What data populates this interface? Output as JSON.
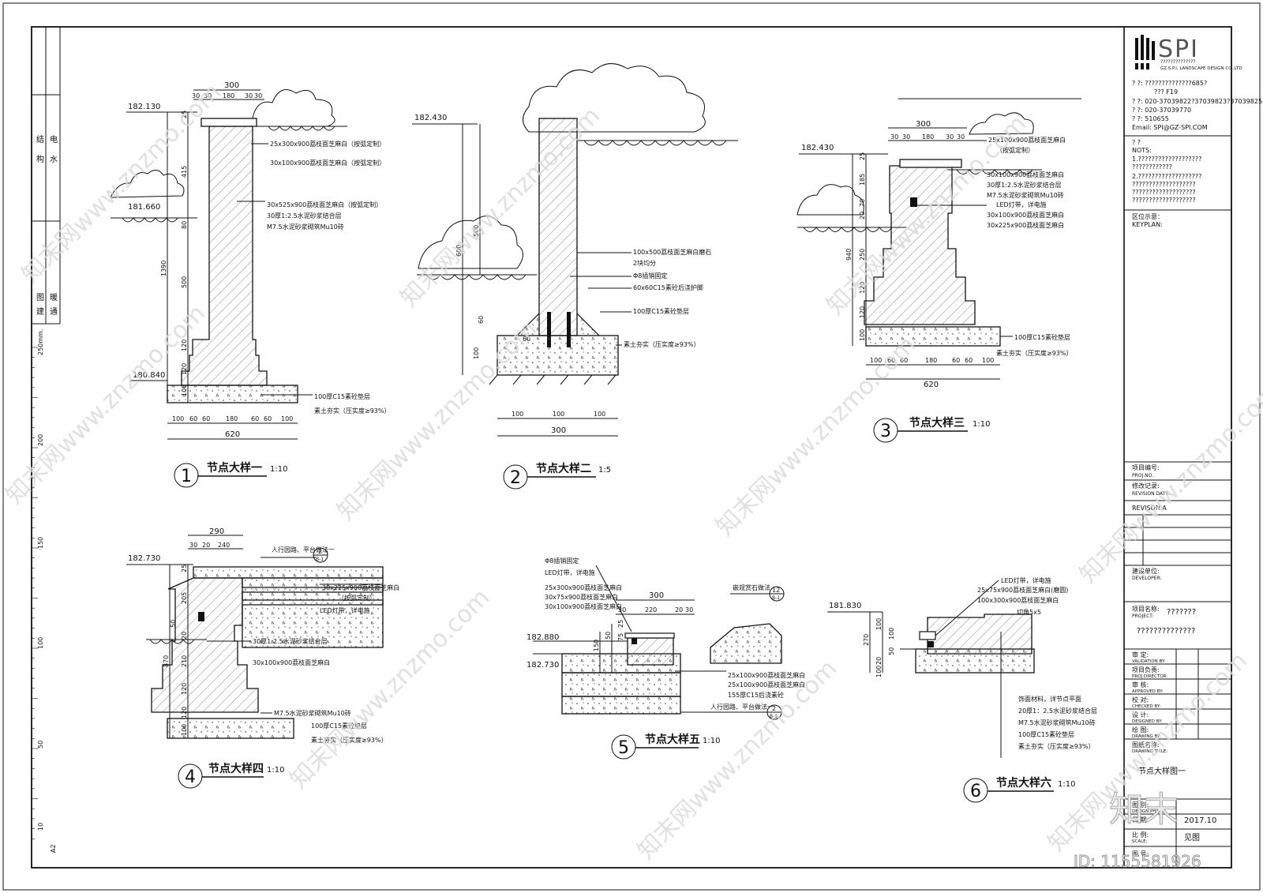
{
  "brand": {
    "logo_text": "SPI",
    "logo_sub": "??????????????",
    "logo_company": "GZ.S.P.I. LANDSCAPE DESIGN CO.,LTD",
    "info_lines": [
      "? ?: ??????????????685?",
      "??? F19",
      "? ?: 020-37039822?37039823?37039825",
      "? ?: 020-37039770",
      "? ?: 510655",
      "Email: SPI@GZ-SPI.COM"
    ]
  },
  "left_strip": {
    "labels": [
      "结",
      "构",
      "电",
      "水",
      "暖",
      "通",
      "图",
      "建"
    ],
    "ruler_unit": "250mm.",
    "ruler_ticks": [
      "200",
      "150",
      "100",
      "50",
      "10"
    ],
    "sheet_size": "A2"
  },
  "notes": {
    "title": "? ?",
    "title_en": "NOTS:",
    "lines": [
      "1.???????????????????",
      "????????????",
      "2.???????????????????",
      "???????????????????",
      "???????????????????",
      "???????????????????"
    ]
  },
  "keyplan": {
    "title": "区位示意：",
    "title_en": "KEYPLAN:"
  },
  "title_block": {
    "proj_no": "项目编号:",
    "proj_no_en": "PROJ.NO.",
    "revision": "修改记录:",
    "revision_en": "REVISION DATE:",
    "revision_a": "REVISON A",
    "developer": "建设单位:",
    "developer_en": "DEVELOPER:",
    "project": "项目名称:",
    "project_en": "PROJECT:",
    "project_name": "???????",
    "project_name2": "??????????????",
    "validation": "审    定:",
    "validation_en": "VALIDATION BY:",
    "director": "项目负责:",
    "director_en": "PROJ.DIRECTOR:",
    "approved": "审    核:",
    "approved_en": "APPROVED BY:",
    "checked": "校    对:",
    "checked_en": "CHECKED BY:",
    "designed": "设    计:",
    "designed_en": "DESIGNED BY:",
    "drawing": "绘    图:",
    "drawing_en": "DRAWING BY:",
    "drawing_title": "图纸名称:",
    "drawing_title_en": "DRAWING TITLE:",
    "drawing_name": "节点大样图一",
    "sheet": "图    别:",
    "sheet_en": "DESIGN PHASE",
    "date": "日    期:",
    "date_val": "2017.10",
    "scale": "比    例:",
    "scale_en": "SCALE:",
    "scale_val": "见图",
    "no": "图    号:"
  },
  "details": {
    "d1": {
      "num": "1",
      "title": "节点大样一",
      "scale": "1:10",
      "elev_top": "182.130",
      "elev_mid": "181.660",
      "elev_bot": "180.840",
      "top_dims": [
        "300",
        "30",
        "30",
        "180",
        "30",
        "30"
      ],
      "left_dims": [
        "25",
        "415",
        "80",
        "1390",
        "500",
        "120",
        "120",
        "100"
      ],
      "bot_dims": [
        "100",
        "60",
        "60",
        "180",
        "60",
        "60",
        "100"
      ],
      "bot_total": "620",
      "notes": [
        "25x300x900荔枝面芝麻白（按弧定制）",
        "30x100x900荔枝面芝麻白（按弧定制）",
        "30x525x900荔枝面芝麻白（按弧定制）",
        "30厚1:2.5水泥砂浆结合层",
        "M7.5水泥砂浆砌筑Mu10砖",
        "100厚C15素砼垫层",
        "素土夯实（压实度≥93%）"
      ]
    },
    "d2": {
      "num": "2",
      "title": "节点大样二",
      "scale": "1:5",
      "elev_top": "182.430",
      "left_dims": [
        "500",
        "600",
        "60",
        "100"
      ],
      "inner_dim": "60",
      "bot_dims": [
        "100",
        "100",
        "100"
      ],
      "bot_total": "300",
      "notes": [
        "100x500荔枝面芝麻白磨石",
        "2块均分",
        "Φ8插销固定",
        "60x60C15素砼后浇护脚",
        "100厚C15素砼垫层",
        "素土夯实（压实度≥93%）"
      ]
    },
    "d3": {
      "num": "3",
      "title": "节点大样三",
      "scale": "1:10",
      "elev_top": "182.430",
      "top_dims": [
        "300",
        "30",
        "30",
        "180",
        "30",
        "30"
      ],
      "left_dims": [
        "25",
        "185",
        "70",
        "20",
        "940",
        "250",
        "120",
        "120",
        "100"
      ],
      "bot_dims": [
        "100",
        "60",
        "60",
        "180",
        "60",
        "60",
        "100"
      ],
      "bot_total": "620",
      "notes": [
        "25x100x900荔枝面芝麻白",
        "（按弧定制）",
        "30x100x900荔枝面芝麻白",
        "30厚1:2.5水泥砂浆结合层",
        "M7.5水泥砂浆砌筑Mu10砖",
        "LED灯带，详电施",
        "30x100x900荔枝面芝麻白",
        "30x225x900荔枝面芝麻白",
        "100厚C15素砼垫层",
        "素土夯实（压实度≥93%）"
      ]
    },
    "d4": {
      "num": "4",
      "title": "节点大样四",
      "scale": "1:10",
      "elev_top": "182.730",
      "top_dims": [
        "290",
        "30",
        "20",
        "240"
      ],
      "left_dims": [
        "25",
        "205",
        "50",
        "20",
        "870",
        "210",
        "120",
        "120",
        "100"
      ],
      "ref": "人行园路、平台做法一",
      "ref_tag": "2",
      "ref_sheet": "B-1",
      "notes": [
        "30x225x900荔枝面芝麻白",
        "（按弧定制）",
        "LED灯带，详电施",
        "30厚1:2.5水泥砂浆结合层",
        "30x100x900荔枝面芝麻白",
        "M7.5水泥砂浆砌筑Mu10砖",
        "100厚C15素砼垫层",
        "素土夯实（压实度≥93%）"
      ]
    },
    "d5": {
      "num": "5",
      "title": "节点大样五",
      "scale": "1:10",
      "elev_top": "182.880",
      "elev_bot": "182.730",
      "top_dims": [
        "300",
        "30",
        "220",
        "20",
        "30"
      ],
      "left_dims": [
        "150",
        "50",
        "75",
        "25"
      ],
      "ref_top": "嵌观赏石做法",
      "ref_top_tag": "12",
      "ref_top_sheet": "B-1",
      "ref_bot": "人行园路、平台做法一",
      "ref_bot_tag": "2",
      "ref_bot_sheet": "B-1",
      "notes": [
        "Φ8插销固定",
        "LED灯带，详电施",
        "25x300x900荔枝面芝麻白",
        "30x75x900荔枝面芝麻白",
        "30x100x900荔枝面芝麻白",
        "25x100x900荔枝面芝麻白",
        "25x100x900荔枝面芝麻白",
        "155厚C15后浇素砼"
      ]
    },
    "d6": {
      "num": "6",
      "title": "节点大样六",
      "scale": "1:10",
      "elev_top": "181.830",
      "left_dims": [
        "100",
        "270",
        "100",
        "20",
        "50",
        "100"
      ],
      "notes": [
        "LED灯带，详电施",
        "25x75x900荔枝面芝麻白(磨圆)",
        "100x300x900荔枝面芝麻白",
        "切角5x5",
        "饰面材料，详节点平面",
        "20厚1：2.5水泥砂浆结合层",
        "M7.5水泥砂浆砌筑Mu10砖",
        "100厚C15素砼垫层",
        "素土夯实（压实度≥93%）"
      ]
    }
  },
  "watermark": {
    "text": "知末网www.znzmo.com",
    "logo": "知末",
    "id": "ID: 1155581926"
  }
}
